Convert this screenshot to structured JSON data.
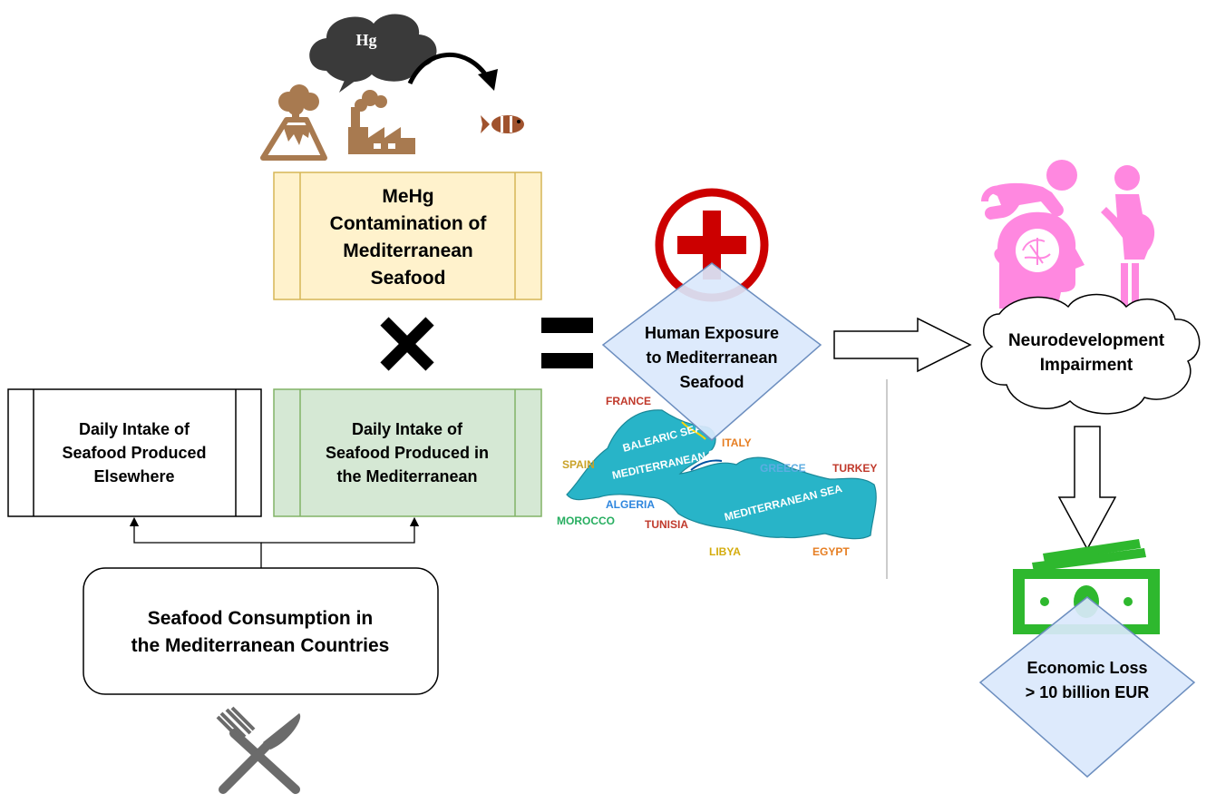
{
  "cloud_label": "Hg",
  "mehg_box": {
    "lines": [
      "MeHg",
      "Contamination of",
      "Mediterranean",
      "Seafood"
    ],
    "fill": "#fff2cc",
    "stroke": "#d6b656"
  },
  "daily_elsewhere": {
    "lines": [
      "Daily Intake of",
      "Seafood Produced",
      "Elsewhere"
    ]
  },
  "daily_med": {
    "lines": [
      "Daily Intake of",
      "Seafood Produced in",
      "the Mediterranean"
    ],
    "fill": "#d5e8d4",
    "stroke": "#82b366"
  },
  "consumption": {
    "lines": [
      "Seafood Consumption in",
      "the Mediterranean Countries"
    ]
  },
  "exposure": {
    "lines": [
      "Human Exposure",
      "to Mediterranean",
      "Seafood"
    ],
    "fill": "#dae8fc",
    "stroke": "#6c8ebf"
  },
  "neuro": {
    "lines": [
      "Neurodevelopment",
      "Impairment"
    ]
  },
  "economic": {
    "lines": [
      "Economic Loss",
      "> 10 billion EUR"
    ]
  },
  "map": {
    "sea_labels": [
      "MEDITERRANEAN SEA",
      "MEDITERRANEAN SEA",
      "BALEARIC SEA"
    ],
    "countries": [
      {
        "name": "FRANCE",
        "color": "#c0392b"
      },
      {
        "name": "ITALY",
        "color": "#e67e22"
      },
      {
        "name": "SPAIN",
        "color": "#c9a227"
      },
      {
        "name": "GREECE",
        "color": "#5dade2"
      },
      {
        "name": "TURKEY",
        "color": "#c0392b"
      },
      {
        "name": "ALGERIA",
        "color": "#2e86de"
      },
      {
        "name": "MOROCCO",
        "color": "#27ae60"
      },
      {
        "name": "TUNISIA",
        "color": "#c0392b"
      },
      {
        "name": "LIBYA",
        "color": "#d4ac0d"
      },
      {
        "name": "EGYPT",
        "color": "#e67e22"
      }
    ]
  },
  "colors": {
    "icon_brown": "#a87a50",
    "pink": "#ff88e0",
    "money_green": "#2eb82e",
    "red_cross": "#cc0000",
    "sea": "#28b4c8"
  }
}
